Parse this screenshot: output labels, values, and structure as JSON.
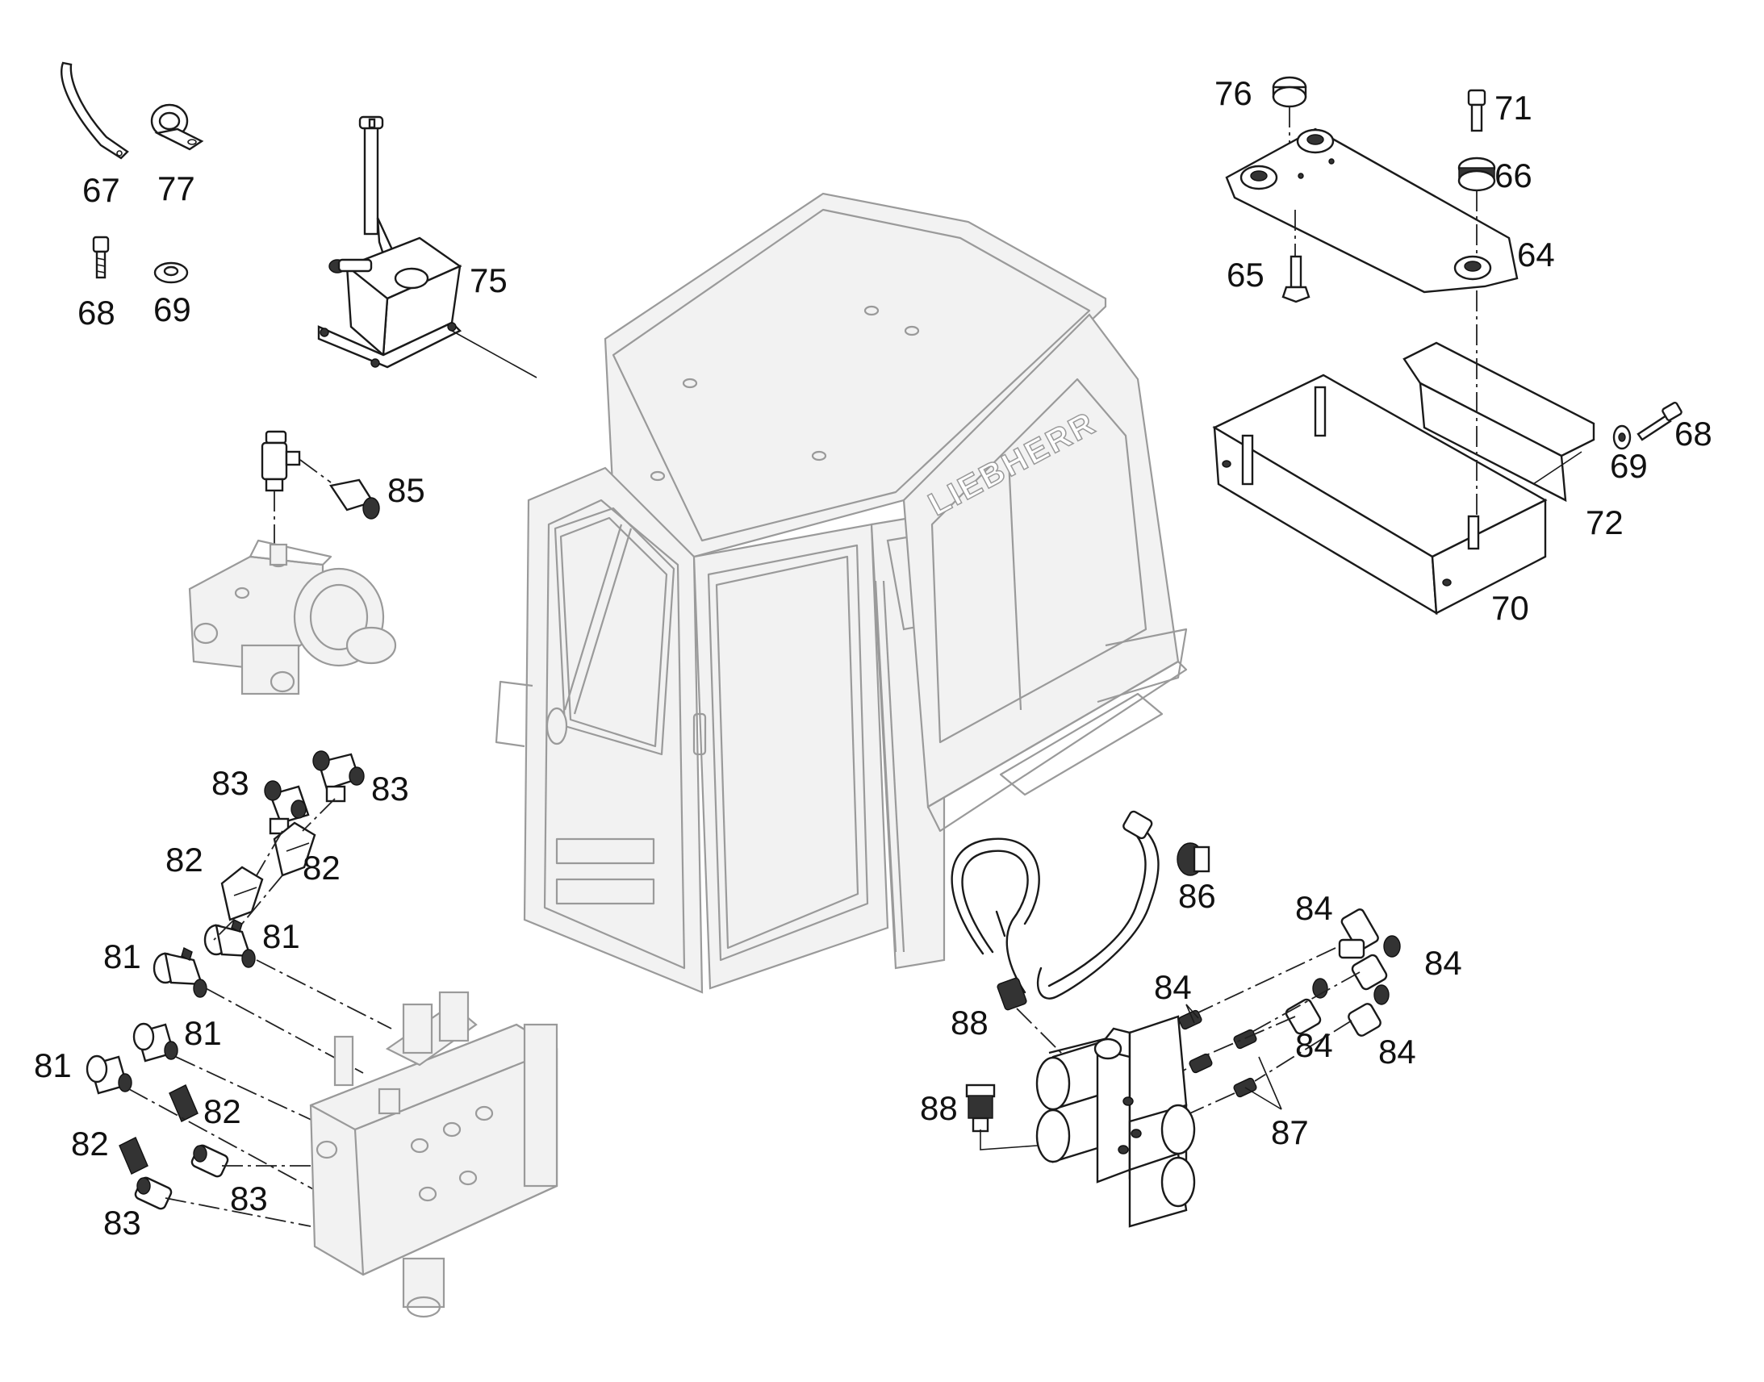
{
  "brand_text": "LIEBHERR",
  "labels": {
    "l67": "67",
    "l77": "77",
    "l68a": "68",
    "l69a": "69",
    "l75": "75",
    "l85": "85",
    "l76": "76",
    "l71": "71",
    "l66": "66",
    "l64": "64",
    "l65": "65",
    "l68b": "68",
    "l69b": "69",
    "l72": "72",
    "l70": "70",
    "l83a": "83",
    "l83b": "83",
    "l82a": "82",
    "l82b": "82",
    "l81a": "81",
    "l81b": "81",
    "l81c": "81",
    "l81d": "81",
    "l82c": "82",
    "l82d": "82",
    "l83c": "83",
    "l83d": "83",
    "l86": "86",
    "l84a": "84",
    "l84b": "84",
    "l84c": "84",
    "l84d": "84",
    "l84e": "84",
    "l88a": "88",
    "l88b": "88",
    "l87": "87"
  }
}
